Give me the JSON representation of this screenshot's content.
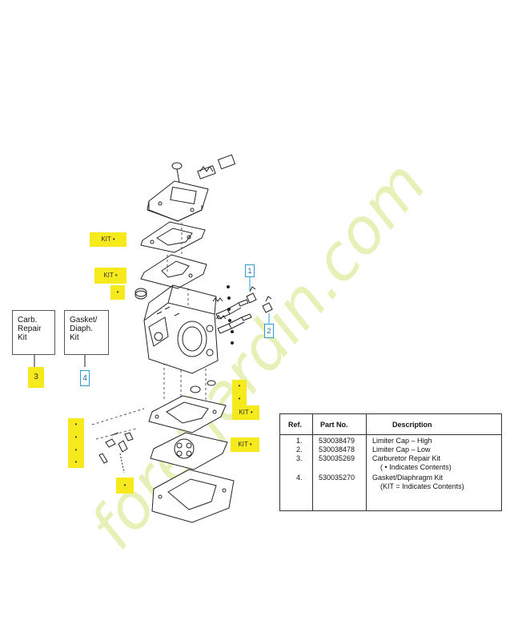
{
  "watermark": {
    "text": "foretjardin.com",
    "color": "#e6efb4",
    "accent": "#d8d2c4"
  },
  "kits": [
    {
      "lines": [
        "Carb.",
        "Repair",
        "Kit"
      ],
      "ref": "3"
    },
    {
      "lines": [
        "Gasket/",
        "Diaph.",
        "Kit"
      ],
      "ref": "4"
    }
  ],
  "callouts": {
    "kit_dot": "KIT •",
    "dot": "•",
    "ref1": "1",
    "ref2": "2"
  },
  "table": {
    "headers": {
      "ref": "Ref.",
      "part": "Part No.",
      "desc": "Description"
    },
    "rows": [
      {
        "ref": "1.",
        "part": "530038479",
        "desc": "Limiter Cap – High",
        "desc2": ""
      },
      {
        "ref": "2.",
        "part": "530038478",
        "desc": "Limiter Cap – Low",
        "desc2": ""
      },
      {
        "ref": "3.",
        "part": "530035269",
        "desc": "Carburetor Repair Kit",
        "desc2": "( • Indicates Contents)"
      },
      {
        "ref": "4.",
        "part": "530035270",
        "desc": "Gasket/Diaphragm Kit",
        "desc2": "(KIT = Indicates Contents)"
      }
    ]
  }
}
